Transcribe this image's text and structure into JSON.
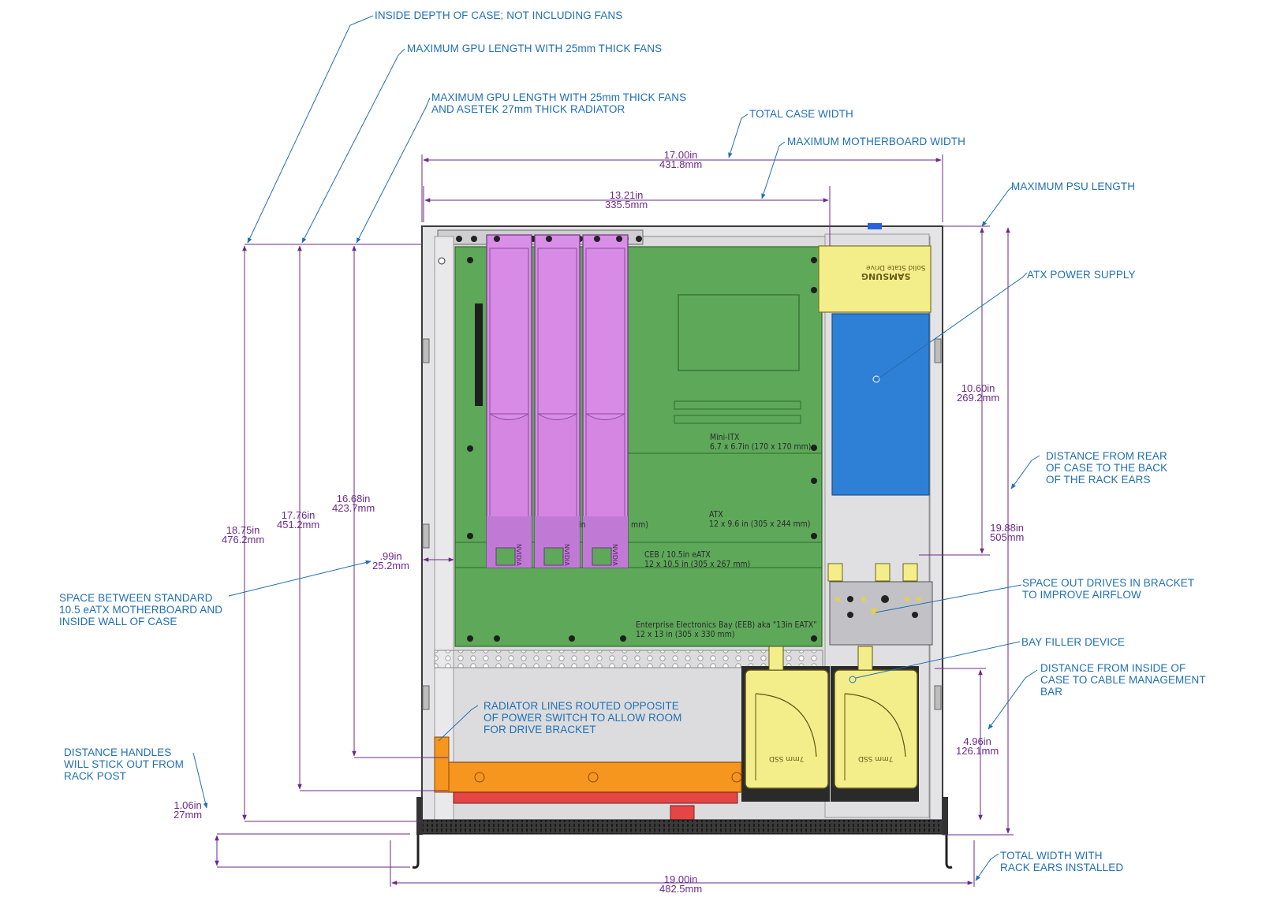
{
  "callouts": {
    "inside_depth": "INSIDE DEPTH OF CASE; NOT INCLUDING FANS",
    "max_gpu_25": "MAXIMUM GPU LENGTH WITH 25mm THICK FANS",
    "max_gpu_rad_1": "MAXIMUM GPU LENGTH WITH 25mm THICK FANS",
    "max_gpu_rad_2": "AND ASETEK 27mm THICK RADIATOR",
    "total_width": "TOTAL CASE WIDTH",
    "max_mb_width": "MAXIMUM MOTHERBOARD WIDTH",
    "max_psu": "MAXIMUM PSU LENGTH",
    "atx_psu": "ATX POWER SUPPLY",
    "rear_dist_1": "DISTANCE FROM REAR",
    "rear_dist_2": "OF CASE TO THE BACK",
    "rear_dist_3": "OF THE RACK EARS",
    "space_1": "SPACE BETWEEN STANDARD",
    "space_2": "10.5 eATX MOTHERBOARD AND",
    "space_3": "INSIDE WALL OF CASE",
    "drives_1": "SPACE OUT DRIVES IN BRACKET",
    "drives_2": "TO IMPROVE AIRFLOW",
    "bay_filler": "BAY FILLER DEVICE",
    "cable_1": "DISTANCE FROM INSIDE OF",
    "cable_2": "CASE TO CABLE MANAGEMENT",
    "cable_3": "BAR",
    "radiator_1": "RADIATOR LINES ROUTED OPPOSITE",
    "radiator_2": "OF POWER SWITCH TO ALLOW ROOM",
    "radiator_3": "FOR DRIVE BRACKET",
    "handles_1": "DISTANCE HANDLES",
    "handles_2": "WILL STICK OUT FROM",
    "handles_3": "RACK POST",
    "rack_ears_1": "TOTAL WIDTH WITH",
    "rack_ears_2": "RACK EARS INSTALLED"
  },
  "dimensions": {
    "total_width": {
      "in": "17.00in",
      "mm": "431.8mm"
    },
    "mb_width": {
      "in": "13.21in",
      "mm": "335.5mm"
    },
    "depth": {
      "in": "18.75in",
      "mm": "476.2mm"
    },
    "gpu_25": {
      "in": "17.76in",
      "mm": "451.2mm"
    },
    "gpu_rad": {
      "in": "16.68in",
      "mm": "423.7mm"
    },
    "gap": {
      "in": ".99in",
      "mm": "25.2mm"
    },
    "psu": {
      "in": "10.60in",
      "mm": "269.2mm"
    },
    "rear_ears": {
      "in": "19.88in",
      "mm": "505mm"
    },
    "cable_bar": {
      "in": "4.96in",
      "mm": "126.1mm"
    },
    "handles": {
      "in": "1.06in",
      "mm": "27mm"
    },
    "rack_width": {
      "in": "19.00in",
      "mm": "482.5mm"
    }
  },
  "board_labels": {
    "mini_itx_1": "Mini-ITX",
    "mini_itx_2": "6.7 x 6.7in (170 x 170 mm)",
    "atx_1": "ATX",
    "atx_2": "12 x 9.6 in (305 x 244 mm)",
    "eeb_1": "CEB / 10.5in eATX",
    "eeb_2": "12 x 10.5 in (305 x 267 mm)",
    "eeeb_1": "Enterprise Electronics Bay (EEB) aka \"13in EATX\"",
    "eeeb_2": "12 x 13 in (305 x 330 mm)",
    "frag_in": "in",
    "frag_mm": "mm)"
  },
  "device_labels": {
    "ssd_brand": "SAMSUNG",
    "ssd_sub": "Solid State Drive",
    "drive_1": "7mm SSD",
    "drive_2": "7mm SSD",
    "gpu_brand": "NVIDIA"
  },
  "colors": {
    "callout": "#1f6fb5",
    "dimension": "#6b2a8a",
    "motherboard": "#5ea85a",
    "gpu": "#d98ee8",
    "psu": "#2e7fd6",
    "ssd_yellow": "#f4ee8a",
    "radiator": "#f7961e"
  }
}
